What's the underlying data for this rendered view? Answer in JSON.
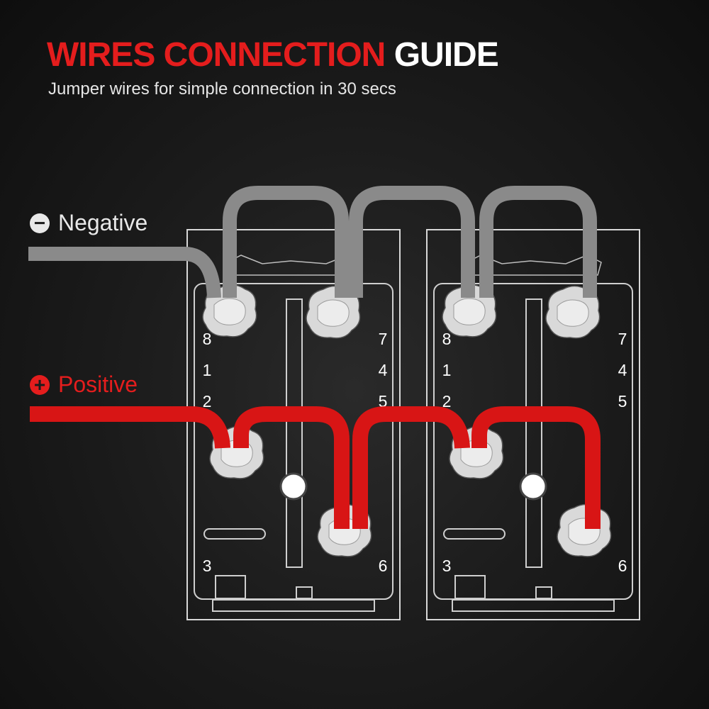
{
  "header": {
    "title_red": "WIRES CONNECTION",
    "title_white": "GUIDE",
    "subtitle": "Jumper wires for simple connection in 30 secs"
  },
  "legend": {
    "negative": {
      "symbol": "−",
      "label": "Negative"
    },
    "positive": {
      "symbol": "+",
      "label": "Positive"
    }
  },
  "switches": [
    {
      "pins": {
        "p8": "8",
        "p1": "1",
        "p2": "2",
        "p3": "3",
        "p7": "7",
        "p4": "4",
        "p5": "5",
        "p6": "6"
      }
    },
    {
      "pins": {
        "p8": "8",
        "p1": "1",
        "p2": "2",
        "p3": "3",
        "p7": "7",
        "p4": "4",
        "p5": "5",
        "p6": "6"
      }
    }
  ],
  "colors": {
    "negative_wire": "#8a8a8a",
    "positive_wire": "#d81515",
    "accent_red": "#e41d1d"
  }
}
